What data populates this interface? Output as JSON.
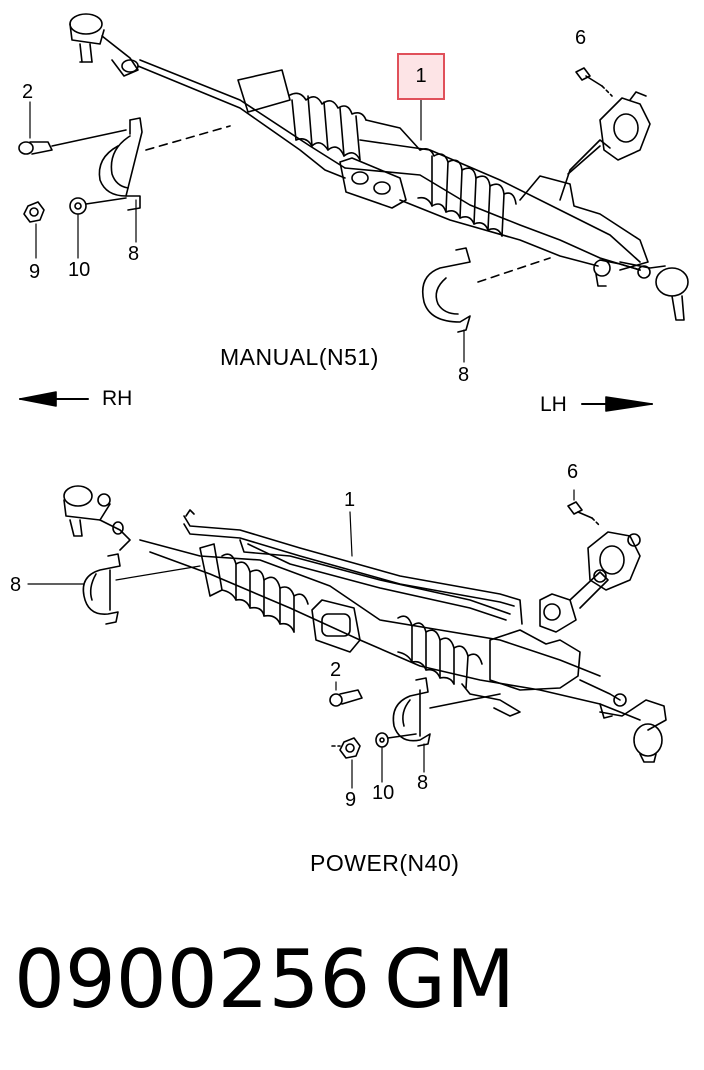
{
  "manual": {
    "caption": "MANUAL(N51)",
    "callouts": {
      "c1": "1",
      "c2": "2",
      "c6": "6",
      "c8a": "8",
      "c8b": "8",
      "c9": "9",
      "c10": "10"
    }
  },
  "directions": {
    "rh": "RH",
    "lh": "LH"
  },
  "power": {
    "caption": "POWER(N40)",
    "callouts": {
      "c1": "1",
      "c2": "2",
      "c6": "6",
      "c8a": "8",
      "c8b": "8",
      "c9": "9",
      "c10": "10"
    }
  },
  "footer": {
    "part_number": "0900256",
    "brand": "GM"
  },
  "colors": {
    "highlight_fill": "#fde4e6",
    "highlight_border": "#e0505a",
    "line": "#000000"
  }
}
